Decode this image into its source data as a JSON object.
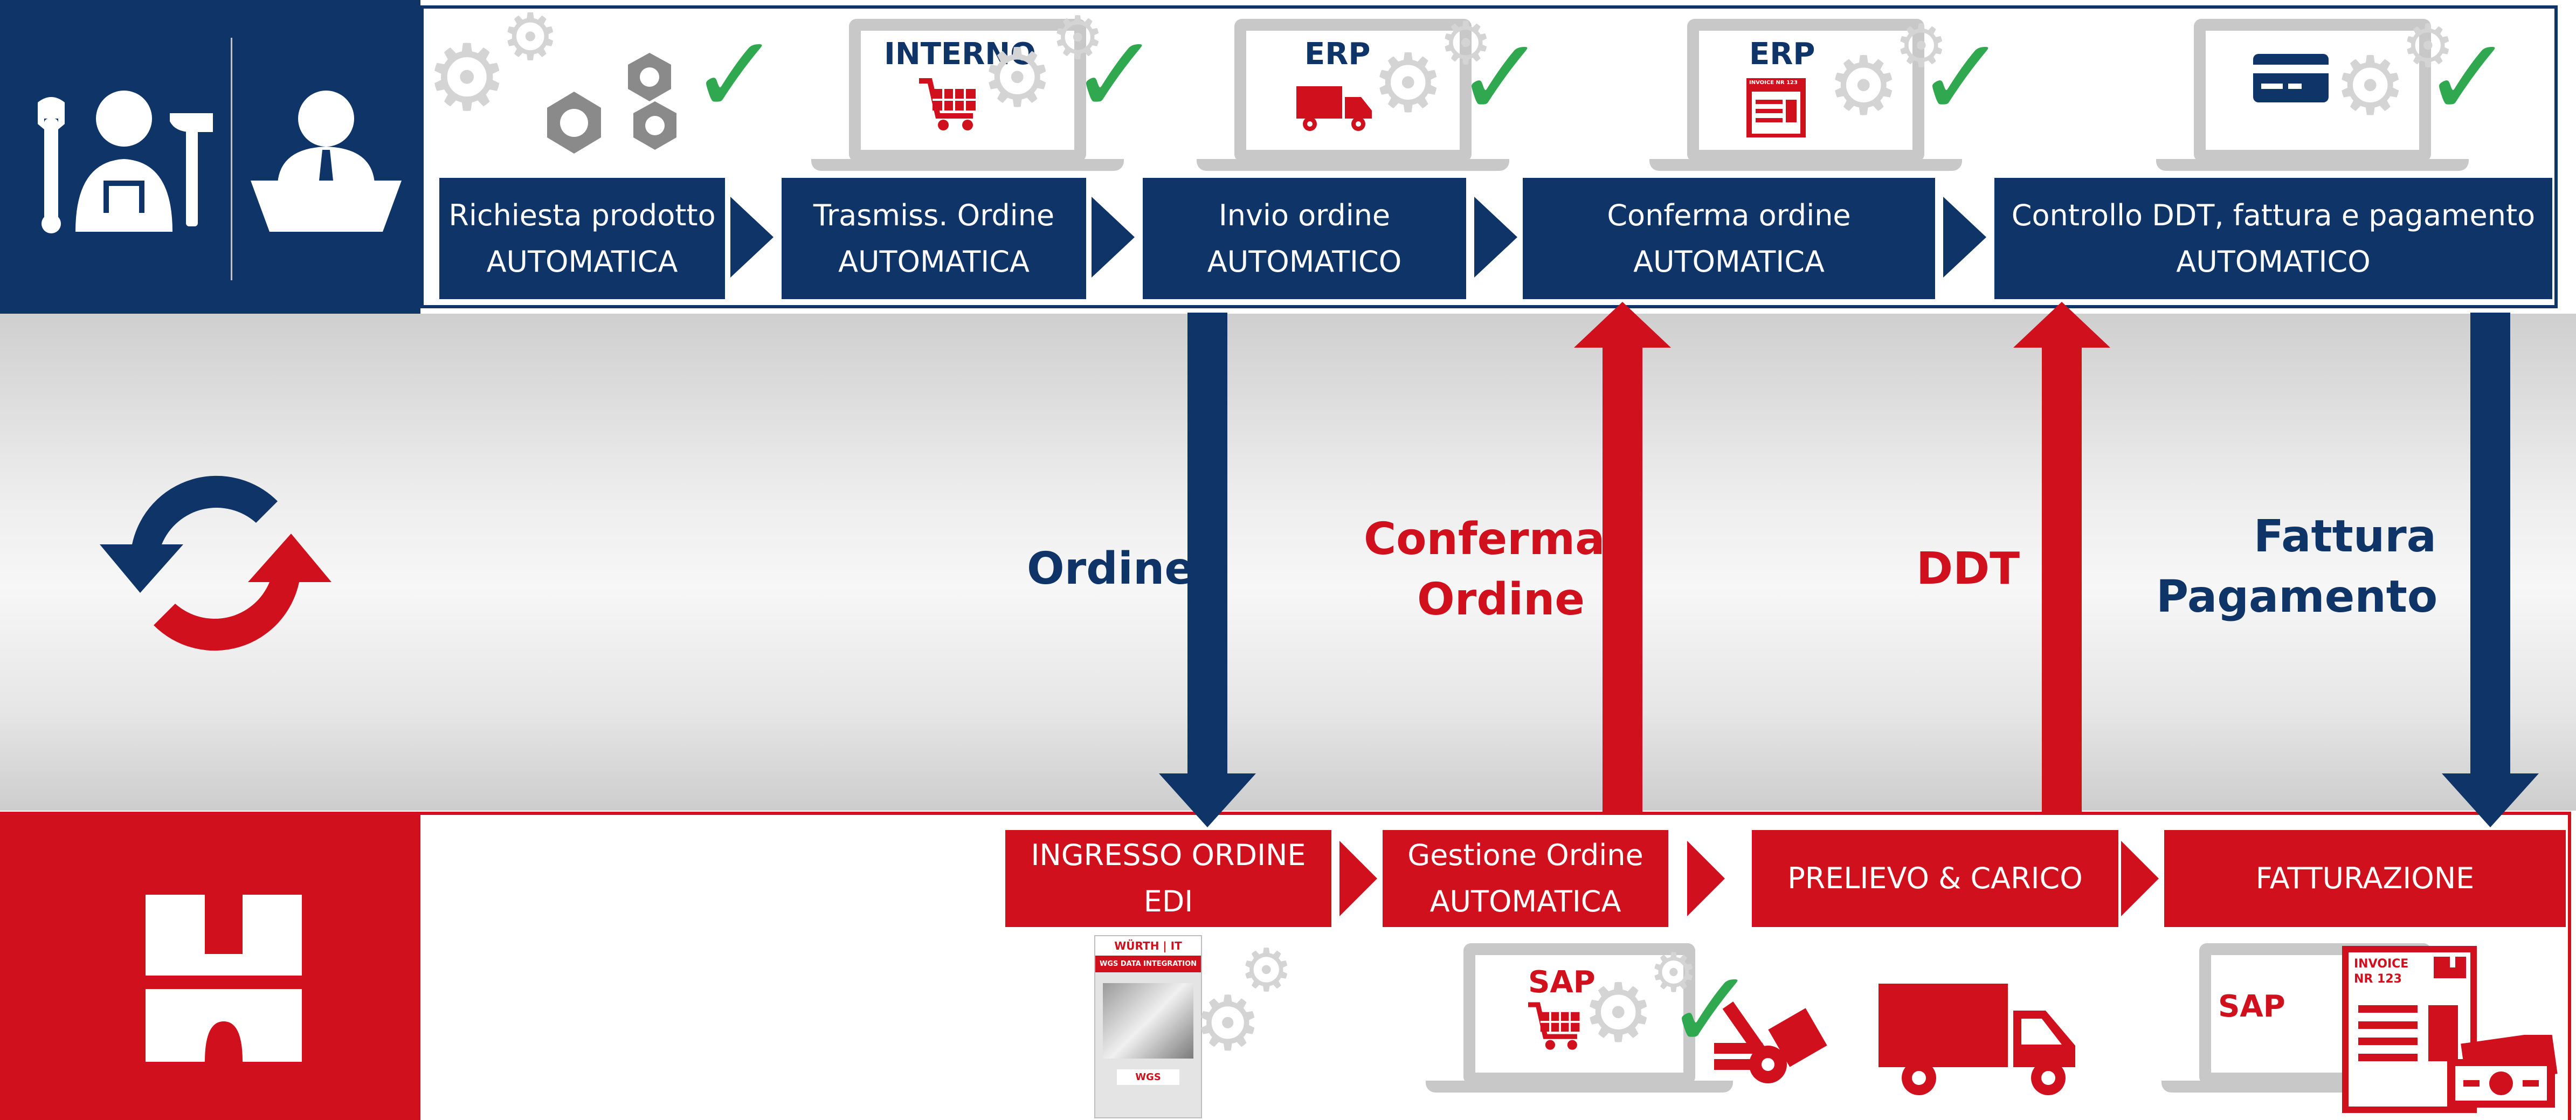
{
  "top_steps": [
    {
      "line1": "Richiesta prodotto",
      "line2": "AUTOMATICA"
    },
    {
      "line1": "Trasmiss. Ordine",
      "line2": "AUTOMATICA"
    },
    {
      "line1": "Invio ordine",
      "line2": "AUTOMATICO"
    },
    {
      "line1": "Conferma ordine",
      "line2": "AUTOMATICA"
    },
    {
      "line1": "Controllo DDT, fattura e pagamento",
      "line2": "AUTOMATICO"
    }
  ],
  "top_screens": {
    "interno": "INTERNO",
    "erp1": "ERP",
    "erp2": "ERP",
    "invoice_small": "INVOICE NR 123"
  },
  "flows": {
    "ordine": "Ordine",
    "conferma_line1": "Conferma",
    "conferma_line2": "Ordine",
    "ddt": "DDT",
    "fattura_line1": "Fattura",
    "fattura_line2": "Pagamento"
  },
  "bottom_steps": [
    {
      "line1": "INGRESSO ORDINE",
      "line2": "EDI"
    },
    {
      "line1": "Gestione Ordine",
      "line2": "AUTOMATICA"
    },
    {
      "line1": "PRELIEVO & CARICO",
      "line2": ""
    },
    {
      "line1": "FATTURAZIONE",
      "line2": ""
    }
  ],
  "bottom_screens": {
    "sap1": "SAP",
    "sap2": "SAP",
    "invoice_line1": "INVOICE",
    "invoice_line2": "NR 123"
  },
  "brochure": {
    "brand": "WÜRTH | IT",
    "title": "WGS DATA INTEGRATION",
    "logo": "WGS"
  },
  "colors": {
    "navy": "#0f3568",
    "red": "#d0101c",
    "green": "#2fa84f",
    "gray": "#c8c8c8"
  },
  "icons": [
    "worker-icon",
    "clerk-desk-icon",
    "sync-arrows-icon",
    "wurth-logo-icon",
    "gears-icon",
    "hex-nuts-icon",
    "check-icon",
    "cart-icon",
    "truck-icon",
    "invoice-icon",
    "credit-card-icon",
    "forklift-icon",
    "cash-icon"
  ]
}
